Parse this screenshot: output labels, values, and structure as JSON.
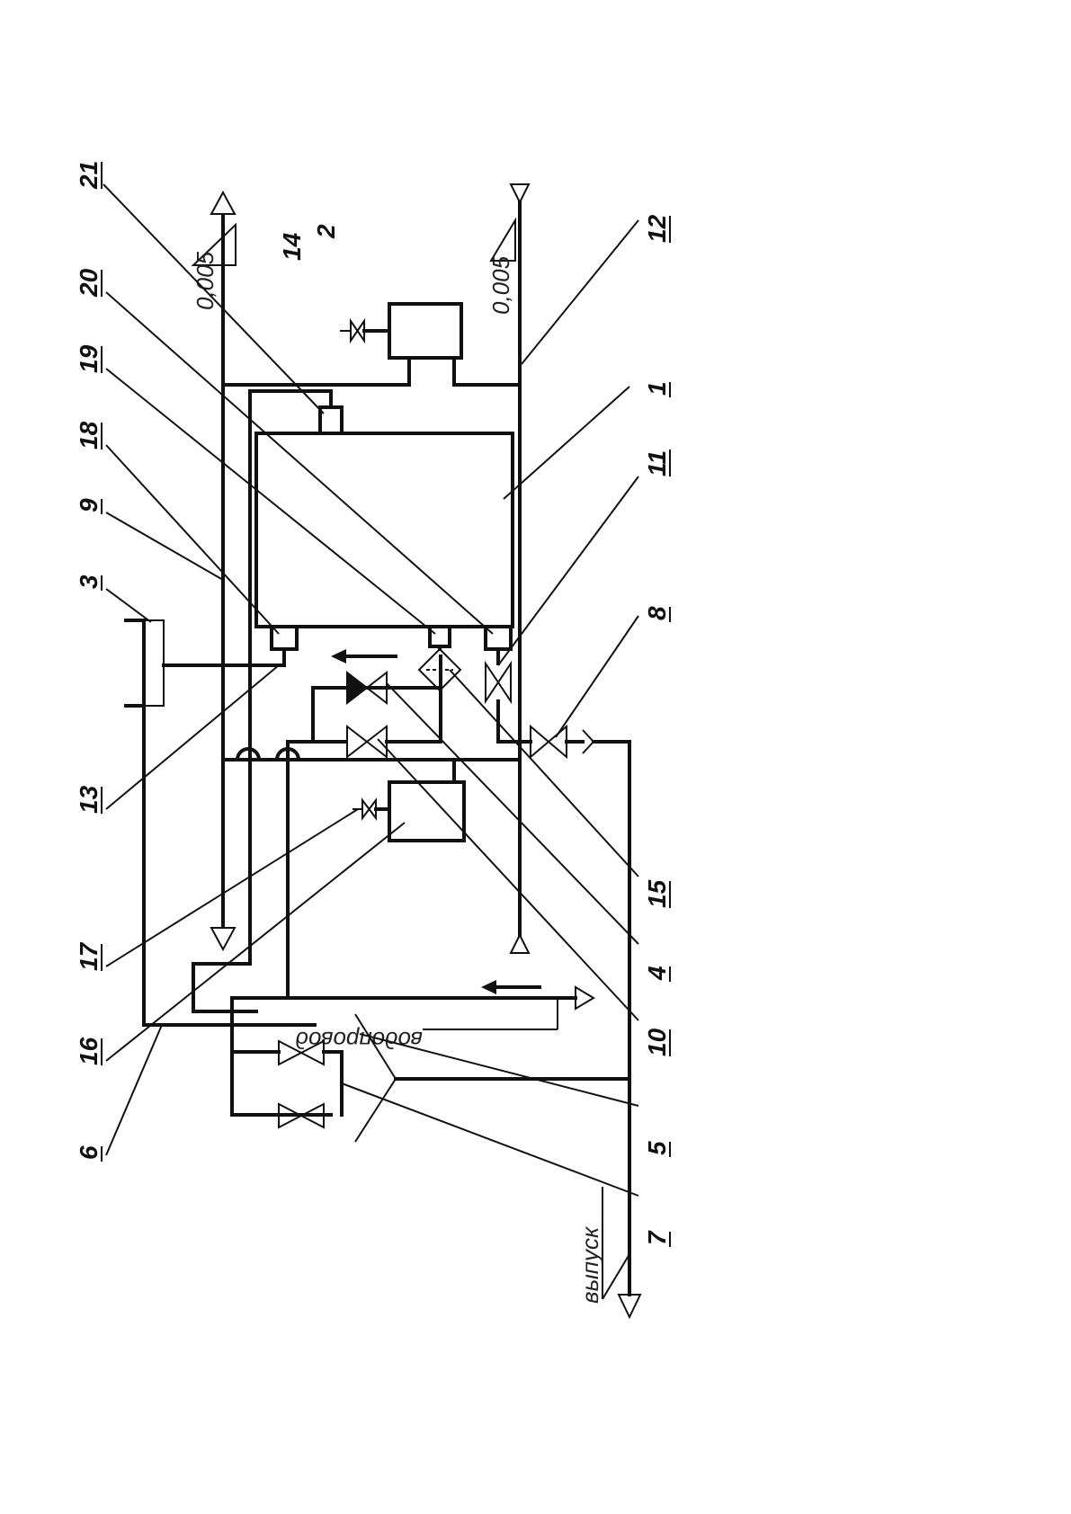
{
  "labels_top": [
    "21",
    "20",
    "19",
    "18",
    "9",
    "3",
    "13",
    "17",
    "16",
    "6"
  ],
  "labels_right": [
    "2",
    "14",
    "12",
    "1",
    "11",
    "8",
    "15",
    "4",
    "10",
    "5",
    "7"
  ],
  "slope_upper": "0,005",
  "slope_lower": "0,005",
  "water_supply_label": "водопровод",
  "outlet_label": "выпуск"
}
